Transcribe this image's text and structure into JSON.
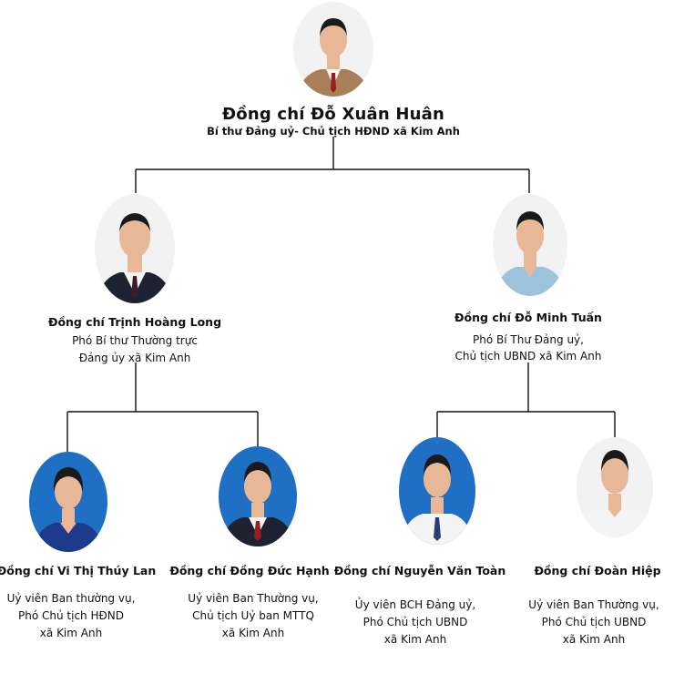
{
  "top": {
    "name": "Đồng chí Đỗ Xuân Huân",
    "role": "Bí thư Đảng uỷ- Chủ tịch HĐND xã Kim Anh"
  },
  "left": {
    "name": "Đồng chí  Trịnh Hoàng Long",
    "role1": "Phó Bí thư Thường trực",
    "role2": "Đảng ủy xã Kim Anh"
  },
  "right": {
    "name": "Đồng chí Đỗ Minh Tuấn",
    "role1": "Phó Bí Thư  Đảng uỷ,",
    "role2": "Chủ tịch UBND xã Kim Anh"
  },
  "b1": {
    "name": "Đồng chí Vi Thị Thúy Lan",
    "role1": "Uỷ viên Ban thường vụ,",
    "role2": "Phó Chủ tịch HĐND",
    "role3": "xã Kim Anh"
  },
  "b2": {
    "name": "Đồng chí Đồng Đức Hạnh",
    "role1": "Uỷ viên Ban Thường vụ,",
    "role2": "Chủ tịch Uỷ ban MTTQ",
    "role3": "xã Kim Anh"
  },
  "b3": {
    "name": "Đồng chí  Nguyễn Văn Toàn",
    "role1": "Ủy viên BCH Đảng uỷ,",
    "role2": "Phó Chủ tịch UBND",
    "role3": "xã Kim Anh"
  },
  "b4": {
    "name": "Đồng chí  Đoàn Hiệp",
    "role1": "Uỷ viên Ban Thường vụ,",
    "role2": "Phó Chủ tịch UBND",
    "role3": "xã Kim Anh"
  },
  "colors": {
    "line": "#111111",
    "bg_light": "#f2f2f2",
    "bg_blue": "#1f6fc4",
    "suit_dark": "#1d2230",
    "suit_brown": "#a97f5a",
    "shirt_white": "#f4f4f4",
    "skin": "#e8b896",
    "hair": "#1a1a1a",
    "tie_red": "#9b1c1c",
    "shirt_blue": "#9cc3db",
    "tie_navy": "#2a3d7a"
  },
  "icons": [
    "portrait-photo-icon"
  ]
}
